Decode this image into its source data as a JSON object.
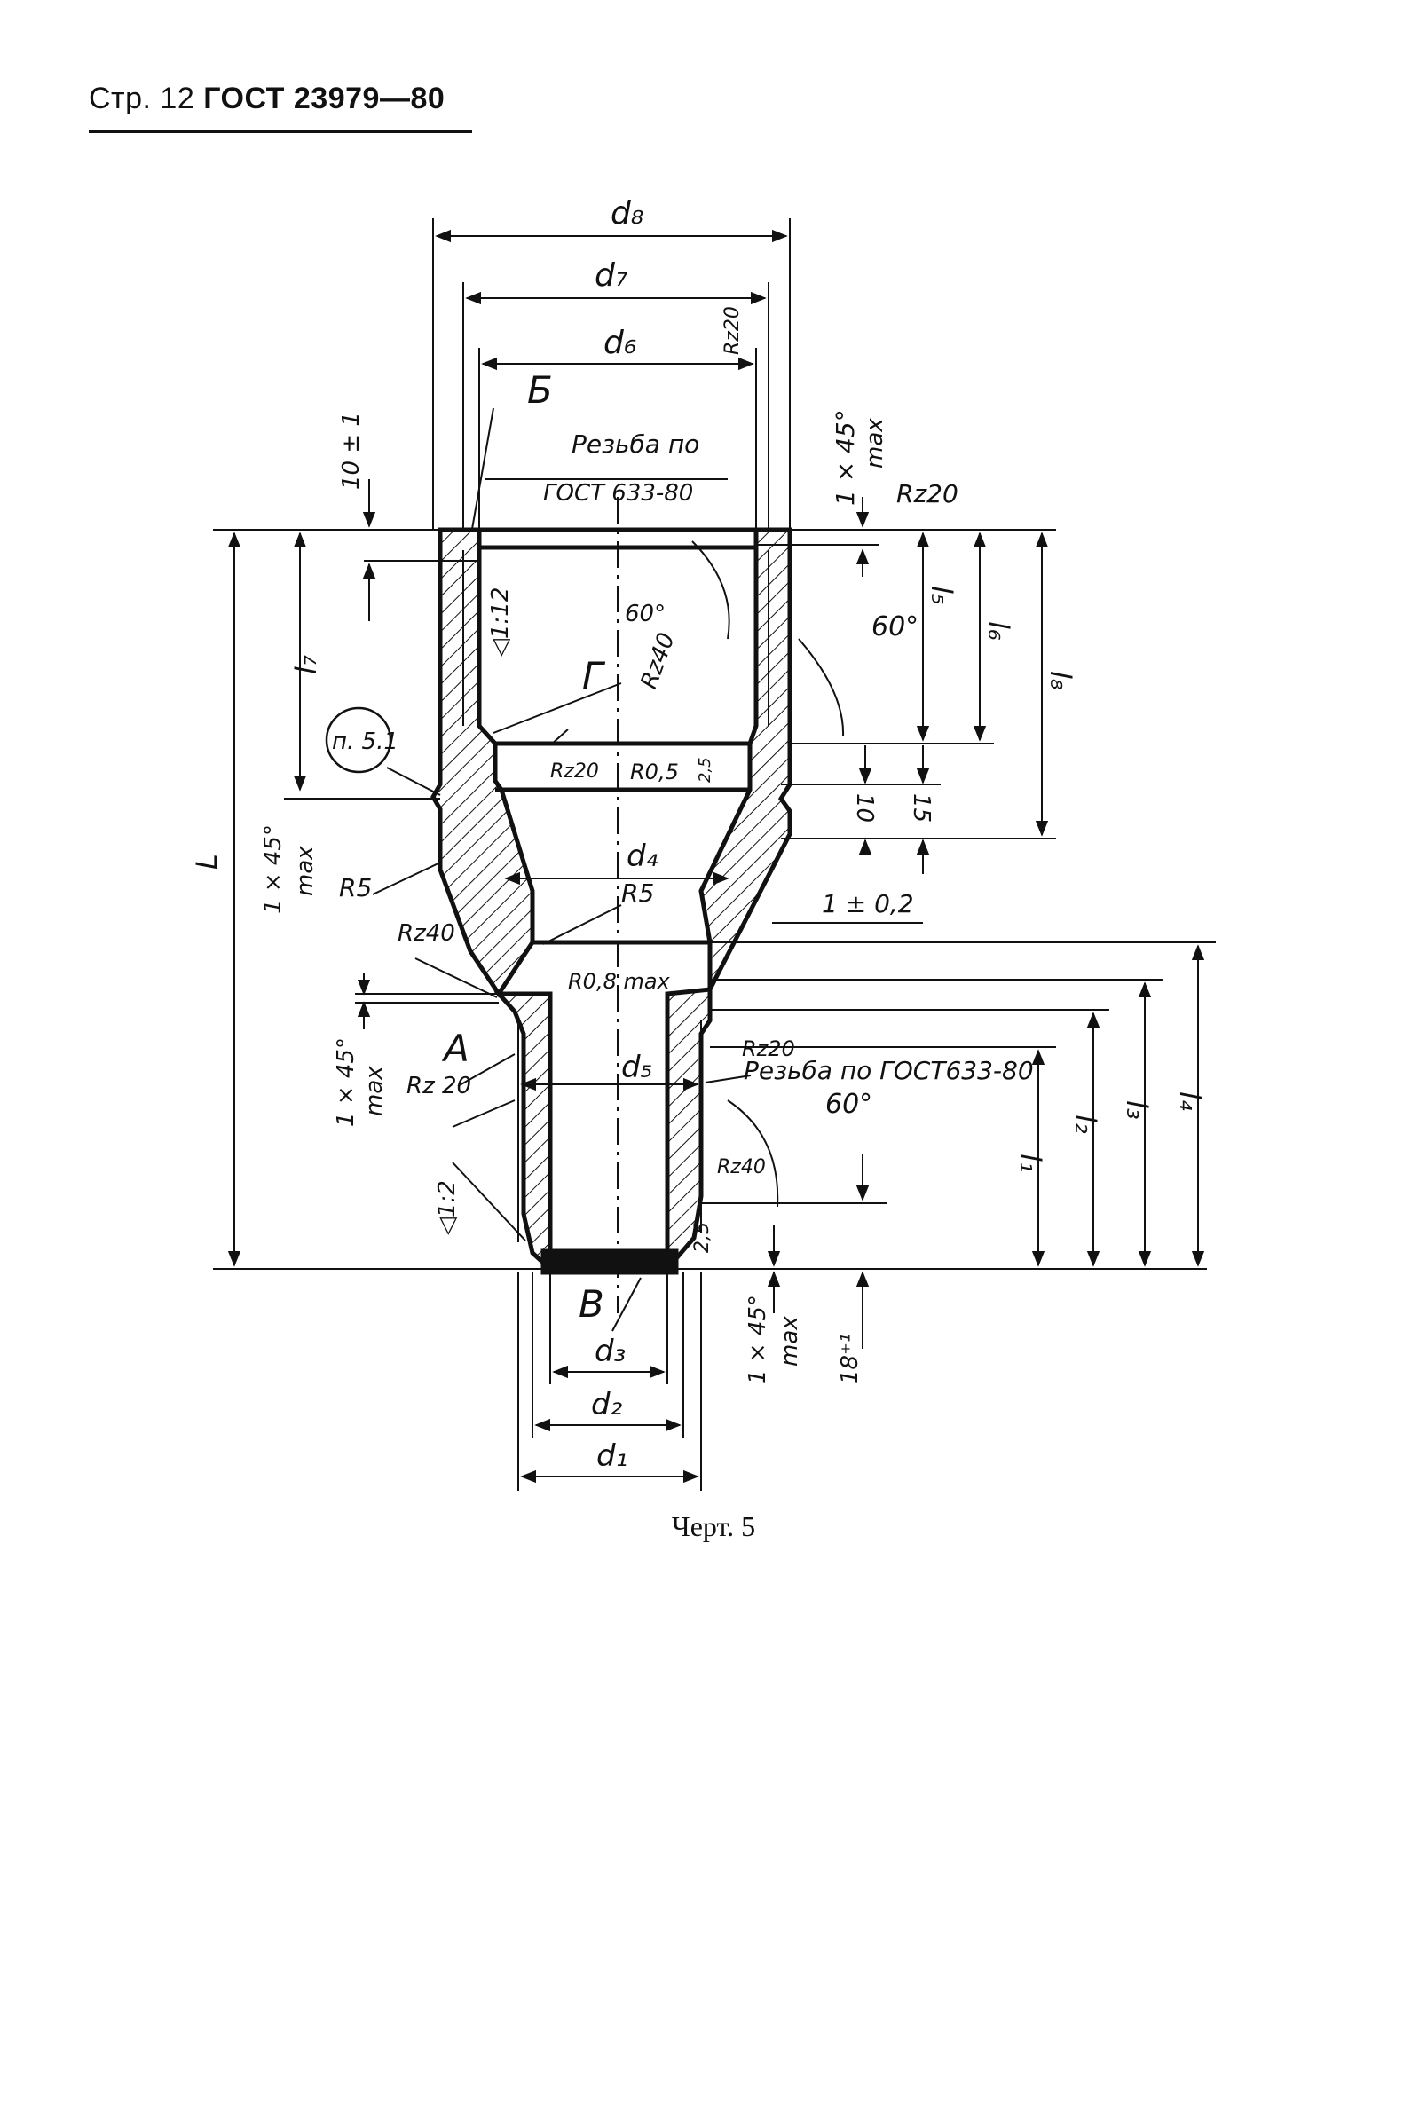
{
  "page_header": {
    "prefix": "Стр. 12",
    "gost": "ГОСТ 23979—80"
  },
  "labels": {
    "d8": "d₈",
    "d7": "d₇",
    "d6": "d₆",
    "d5": "d₅",
    "d4": "d₄",
    "d3": "d₃",
    "d2": "d₂",
    "d1": "d₁",
    "L": "L",
    "l1": "l₁",
    "l2": "l₂",
    "l3": "l₃",
    "l4": "l₄",
    "l5": "l₅",
    "l6": "l₆",
    "l7": "l₇",
    "l8": "l₈",
    "view_b": "Б",
    "view_g": "Г",
    "view_a": "А",
    "view_v": "В",
    "thread_top_line1": "Резьба по",
    "thread_top_line2": "ГОСТ 633-80",
    "thread_bottom": "Резьба по ГОСТ633-80",
    "ref_note": "п. 5.1",
    "dim_10pm1": "10 ± 1",
    "chamfer_top": "1 × 45°",
    "chamfer_top_max": "max",
    "chamfer_left": "1 × 45°",
    "chamfer_left_max": "max",
    "chamfer_low_left": "1 × 45°",
    "chamfer_low_left_max": "max",
    "chamfer_bottom": "1 × 45°",
    "chamfer_bottom_max": "max",
    "rz20_top_right": "Rz20",
    "rz20_vertical": "Rz20",
    "rz40_inner": "Rz40",
    "rz20_mid": "Rz20",
    "r05": "R0,5",
    "dim_25_top": "2,5",
    "angle_60_top": "60°",
    "angle_60_inner": "60°",
    "angle_60_bottom": "60°",
    "taper_1_12": "◁1:12",
    "taper_1_2": "◁1:2",
    "dim_10": "10",
    "dim_15": "15",
    "r5_left": "R5",
    "r5_mid": "R5",
    "tol_1_02": "1 ± 0,2",
    "rz40_left": "Rz40",
    "r08max": "R0,8 max",
    "rz20_right_low": "Rz20",
    "rz20_left_low": "Rz 20",
    "rz40_low": "Rz40",
    "dim_25_low": "2,5",
    "dim_18": "18⁺¹"
  },
  "caption": "Черт. 5"
}
